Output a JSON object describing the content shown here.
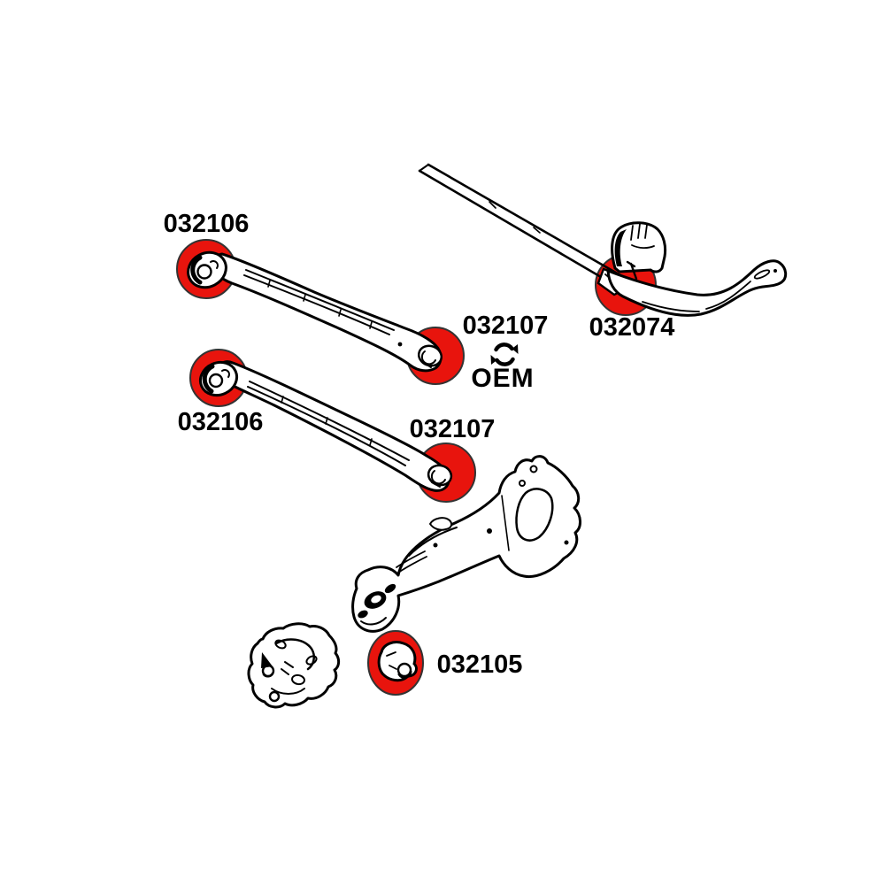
{
  "diagram_title": "rear-suspension-bushing-diagram",
  "background_color": "#ffffff",
  "line_color": "#000000",
  "highlight_color": "#e8140d",
  "labels": {
    "upper_arm_left": "032106",
    "upper_arm_right": "032107",
    "lower_arm_left": "032106",
    "lower_arm_right": "032107",
    "stabilizer_bushing": "032074",
    "trailing_arm_bushing": "032105",
    "oem": "OEM"
  },
  "icons": {
    "oem_exchange": "circular-arrows-exchange"
  }
}
